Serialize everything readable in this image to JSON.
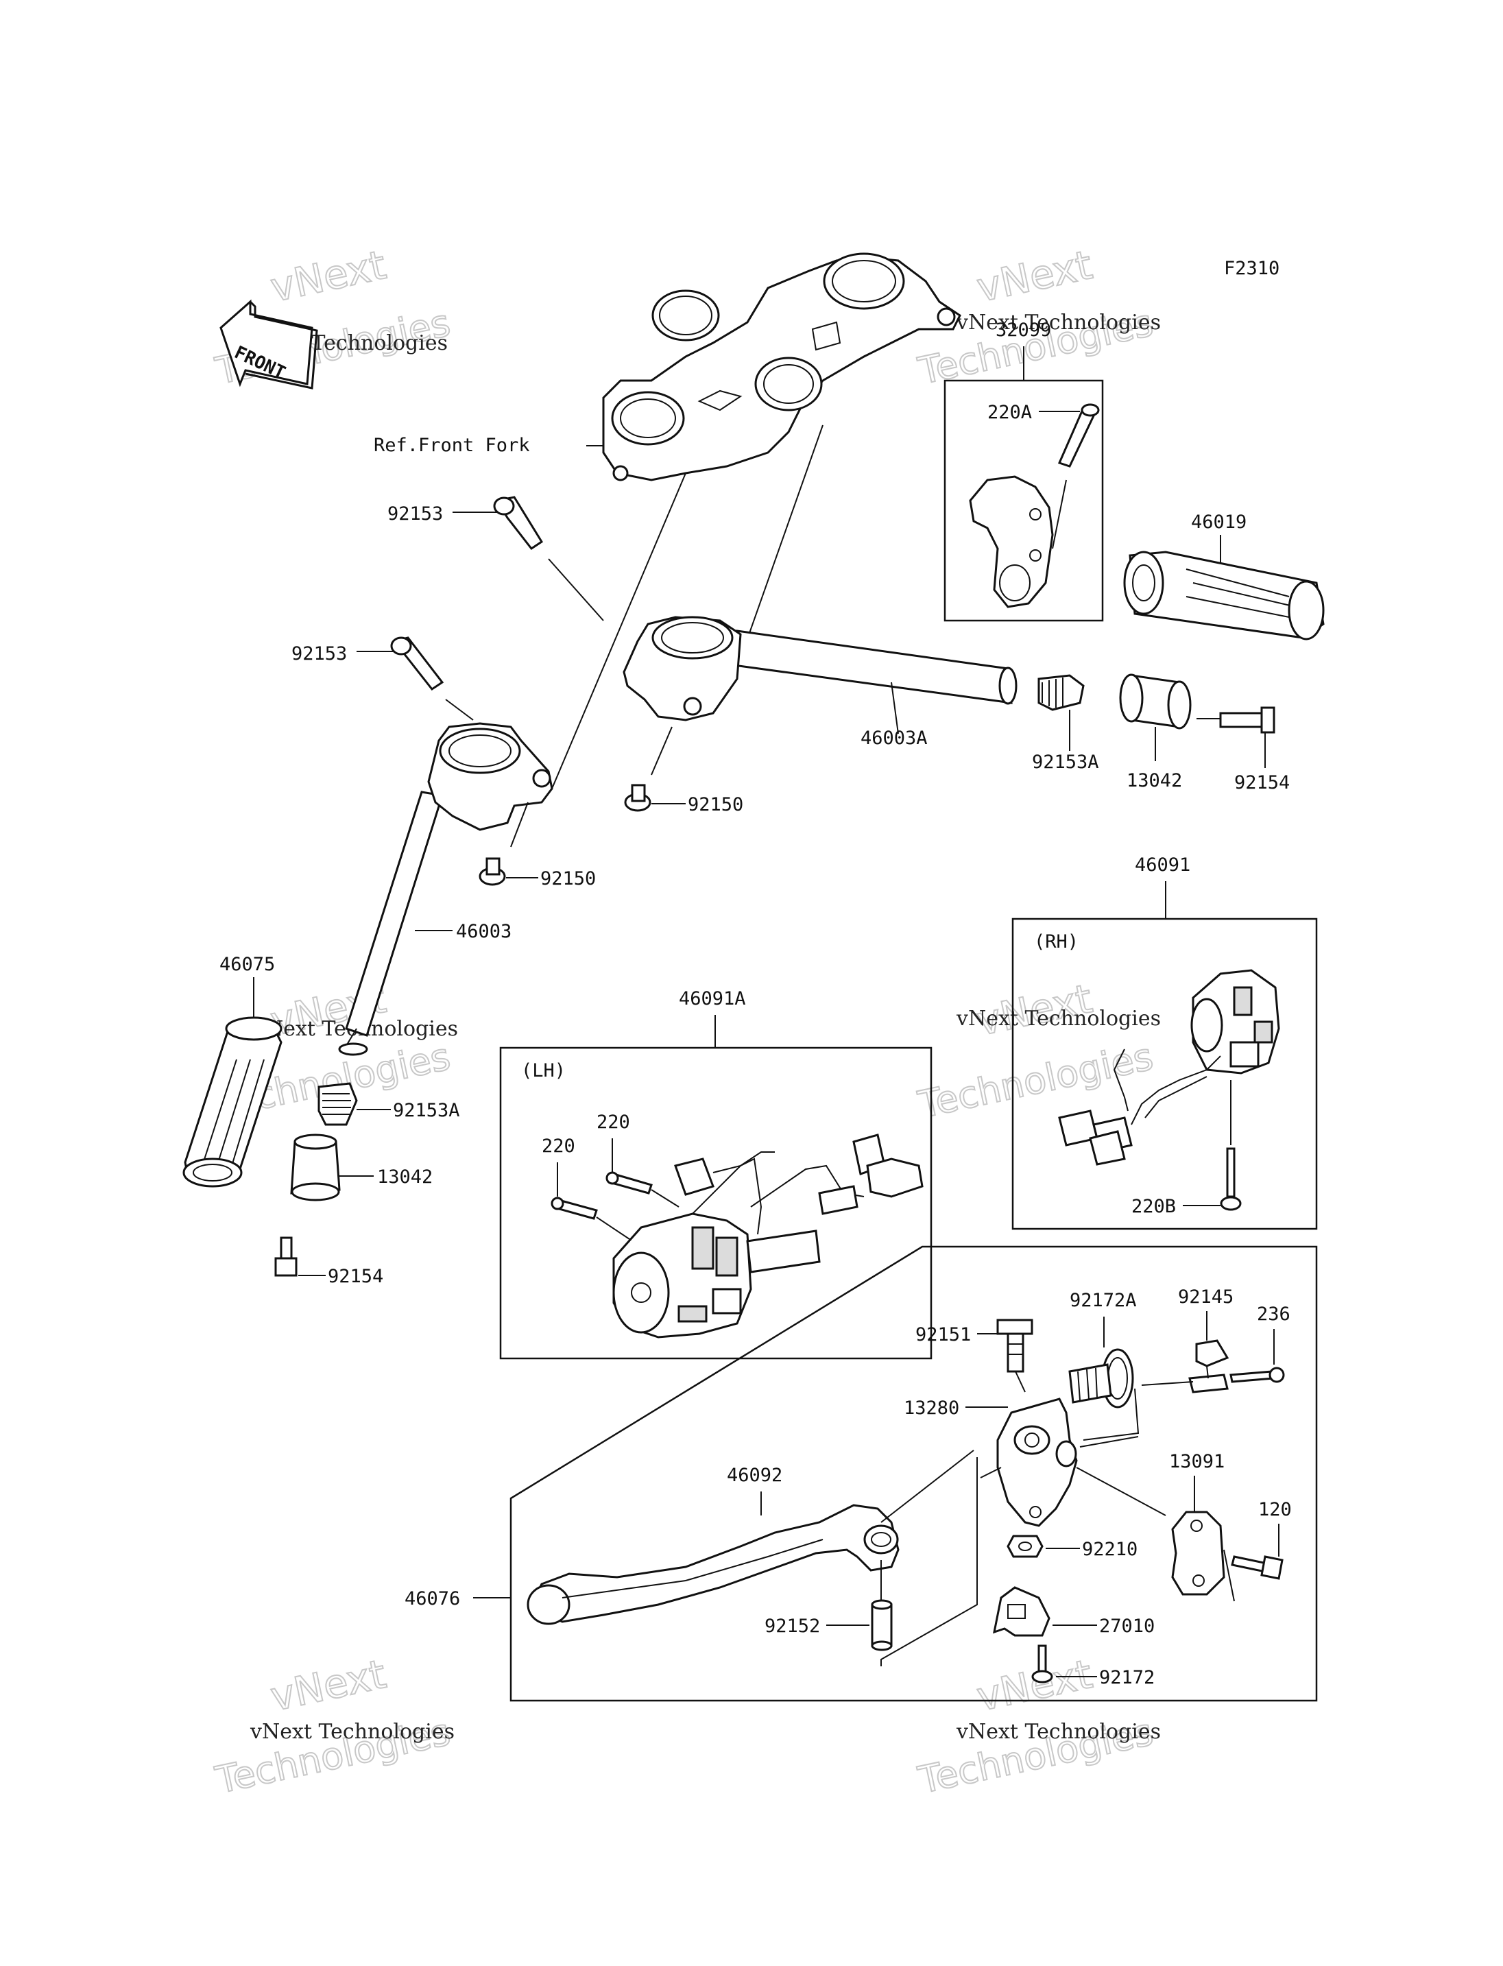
{
  "figure_code": "F2310",
  "front_label": "FRONT",
  "watermark": {
    "line1": "vNext Technologies",
    "line2": "vNext",
    "line3": "Technologies"
  },
  "labels": {
    "ref_front_fork": "Ref.Front Fork",
    "p32099": "32099",
    "p220A": "220A",
    "p46019": "46019",
    "p92153_top": "92153",
    "p92153_mid": "92153",
    "p46003A": "46003A",
    "p92153A_r": "92153A",
    "p13042_r": "13042",
    "p92154_r": "92154",
    "p92150_a": "92150",
    "p92150_b": "92150",
    "p46003": "46003",
    "p46075": "46075",
    "p92153A_l": "92153A",
    "p13042_l": "13042",
    "p92154_l": "92154",
    "p46091A": "46091A",
    "lh": "(LH)",
    "p220_a": "220",
    "p220_b": "220",
    "p46091": "46091",
    "rh": "(RH)",
    "p220B": "220B",
    "p92151": "92151",
    "p92172A": "92172A",
    "p92145": "92145",
    "p236": "236",
    "p13280": "13280",
    "p46092": "46092",
    "p13091": "13091",
    "p120": "120",
    "p92210": "92210",
    "p46076": "46076",
    "p92152": "92152",
    "p27010": "27010",
    "p92172": "92172"
  }
}
